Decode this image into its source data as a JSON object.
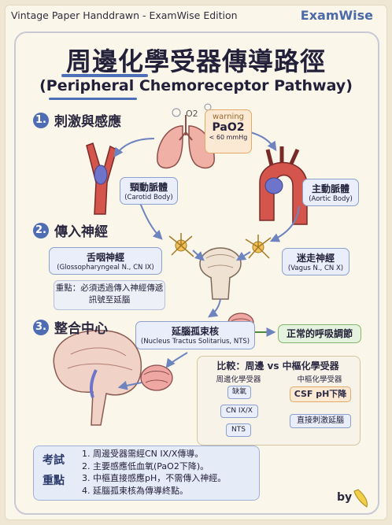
{
  "header": {
    "left": "Vintage Paper Handdrawn - ExamWise Edition",
    "brand": "ExamWise"
  },
  "title": {
    "zh": "周邊化學受器傳導路徑",
    "en": "(Peripheral Chemoreceptor Pathway)"
  },
  "sections": [
    {
      "num": "1.",
      "label": "刺激與感應"
    },
    {
      "num": "2.",
      "label": "傳入神經"
    },
    {
      "num": "3.",
      "label": "整合中心"
    }
  ],
  "warning": {
    "tag": "warning",
    "value": "PaO2",
    "threshold": "< 60 mmHg"
  },
  "o2_label": "O2",
  "receptors": {
    "carotid": {
      "zh": "頸動脈體",
      "en": "(Carotid Body)"
    },
    "aortic": {
      "zh": "主動脈體",
      "en": "(Aortic Body)"
    }
  },
  "nerves": {
    "glosso": {
      "zh": "舌咽神經",
      "en": "(Glossopharyngeal N., CN IX)"
    },
    "vagus": {
      "zh": "迷走神經",
      "en": "(Vagus N., CN X)"
    }
  },
  "key_note": "重點：必須透過傳入神經傳遞訊號至延腦",
  "nts": {
    "zh": "延腦孤束核",
    "en": "(Nucleus Tractus Solitarius, NTS)"
  },
  "output": "正常的呼吸調節",
  "compare": {
    "title": "比較：周邊 vs 中樞化學受器",
    "peripheral": {
      "title": "周邊化學受器",
      "steps": [
        "缺氧",
        "CN IX/X",
        "NTS"
      ]
    },
    "central": {
      "title": "中樞化學受器",
      "trigger": "CSF pH下降",
      "result": "直接刺激延腦"
    }
  },
  "exam": {
    "label_top": "考試",
    "label_bottom": "重點",
    "points": [
      "1. 周邊受器需經CN IX/X傳導。",
      "2. 主要感應低血氧(PaO2下降)。",
      "3. 中樞直接感應pH，不需傳入神經。",
      "4. 延腦孤束核為傳導終點。"
    ]
  },
  "signature": "by",
  "colors": {
    "accent": "#4f6db2",
    "warning": "#e2ab6a",
    "output": "#86b66e",
    "artery": "#c8423b"
  }
}
